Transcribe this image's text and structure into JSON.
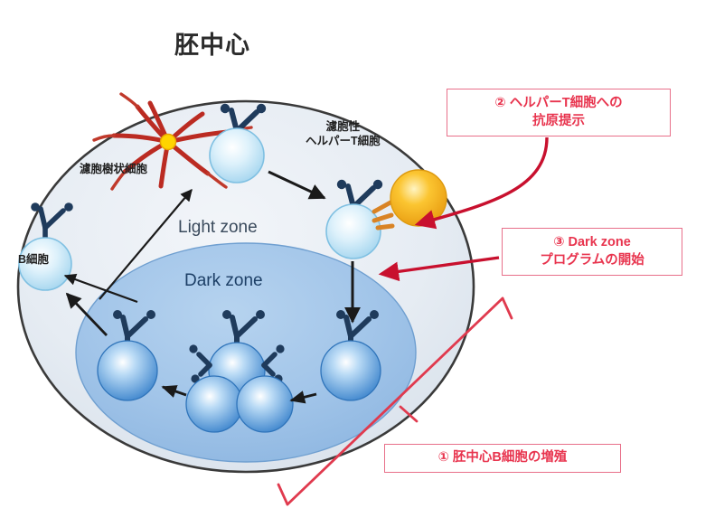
{
  "figure": {
    "title": "胚中心",
    "kind": "germinal-center-diagram"
  },
  "zones": {
    "light": "Light zone",
    "dark": "Dark zone"
  },
  "cell_labels": {
    "follicular_dendritic_cell": "濾胞樹状細胞",
    "b_cell": "B細胞",
    "follicular_helper_t_cell": "濾胞性\nヘルパーT細胞"
  },
  "callouts": [
    {
      "id": "step-2",
      "number": "②",
      "text": "② ヘルパーT細胞への\n抗原提示"
    },
    {
      "id": "step-3",
      "number": "③",
      "text": "③ Dark zone\nプログラムの開始"
    },
    {
      "id": "step-1",
      "number": "①",
      "text": "① 胚中心B細胞の増殖"
    }
  ],
  "colors": {
    "callout_text": "#e8344e",
    "callout_border": "#e8708a",
    "red_arrow": "#c8102e",
    "light_zone_fill": "#e4eaf2",
    "dark_zone_fill": "#9dc1e8",
    "b_cell_blue": "#bfe2f5",
    "dark_b_cell_blue": "#4f93d4",
    "tfh_gold": "#f0a81e",
    "fdc_red": "#c0392b",
    "fdc_center_yellow": "#ffd700",
    "receptor_navy": "#1f3b5c",
    "outline_dark": "#333333",
    "black_arrow": "#1a1a1a"
  }
}
